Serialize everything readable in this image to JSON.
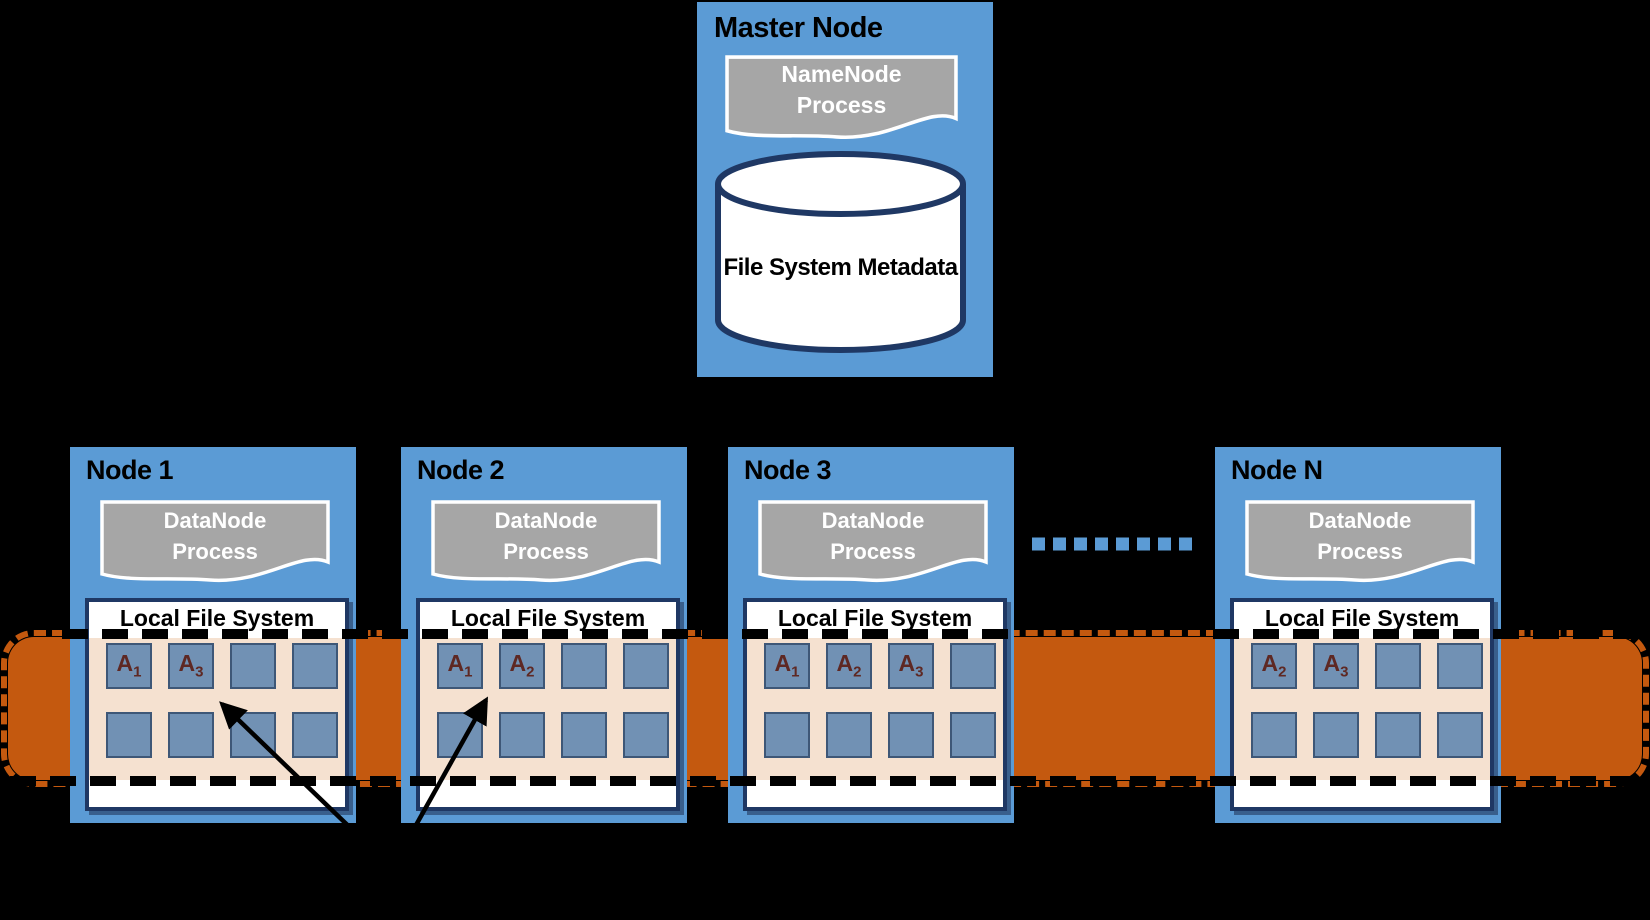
{
  "master": {
    "title": "Master Node",
    "process_line1": "NameNode",
    "process_line2": "Process",
    "storage_label": "File System Metadata"
  },
  "node_shared": {
    "process_line1": "DataNode",
    "process_line2": "Process",
    "lfs_label": "Local File System"
  },
  "nodes": [
    {
      "title": "Node 1",
      "blocks": [
        {
          "base": "A",
          "sub": "1"
        },
        {
          "base": "A",
          "sub": "3"
        },
        null,
        null,
        null,
        null,
        null,
        null
      ]
    },
    {
      "title": "Node 2",
      "blocks": [
        {
          "base": "A",
          "sub": "1"
        },
        {
          "base": "A",
          "sub": "2"
        },
        null,
        null,
        null,
        null,
        null,
        null
      ]
    },
    {
      "title": "Node 3",
      "blocks": [
        {
          "base": "A",
          "sub": "1"
        },
        {
          "base": "A",
          "sub": "2"
        },
        {
          "base": "A",
          "sub": "3"
        },
        null,
        null,
        null,
        null,
        null
      ]
    },
    {
      "title": "Node N",
      "blocks": [
        {
          "base": "A",
          "sub": "2"
        },
        {
          "base": "A",
          "sub": "3"
        },
        null,
        null,
        null,
        null,
        null,
        null
      ]
    }
  ],
  "icons": {
    "storage": "database-cylinder",
    "process": "document-wave",
    "ellipsis": "blue-dotted-connector"
  },
  "colors": {
    "node_blue": "#5b9bd5",
    "process_gray": "#a6a6a6",
    "border_navy": "#1f3864",
    "band_orange": "#c4590f",
    "storage_peach": "#f5e1d0",
    "block_fill": "#7191b4",
    "block_border": "#3e5777",
    "block_label": "#5e2823",
    "dashed_boundary": "#000000"
  }
}
